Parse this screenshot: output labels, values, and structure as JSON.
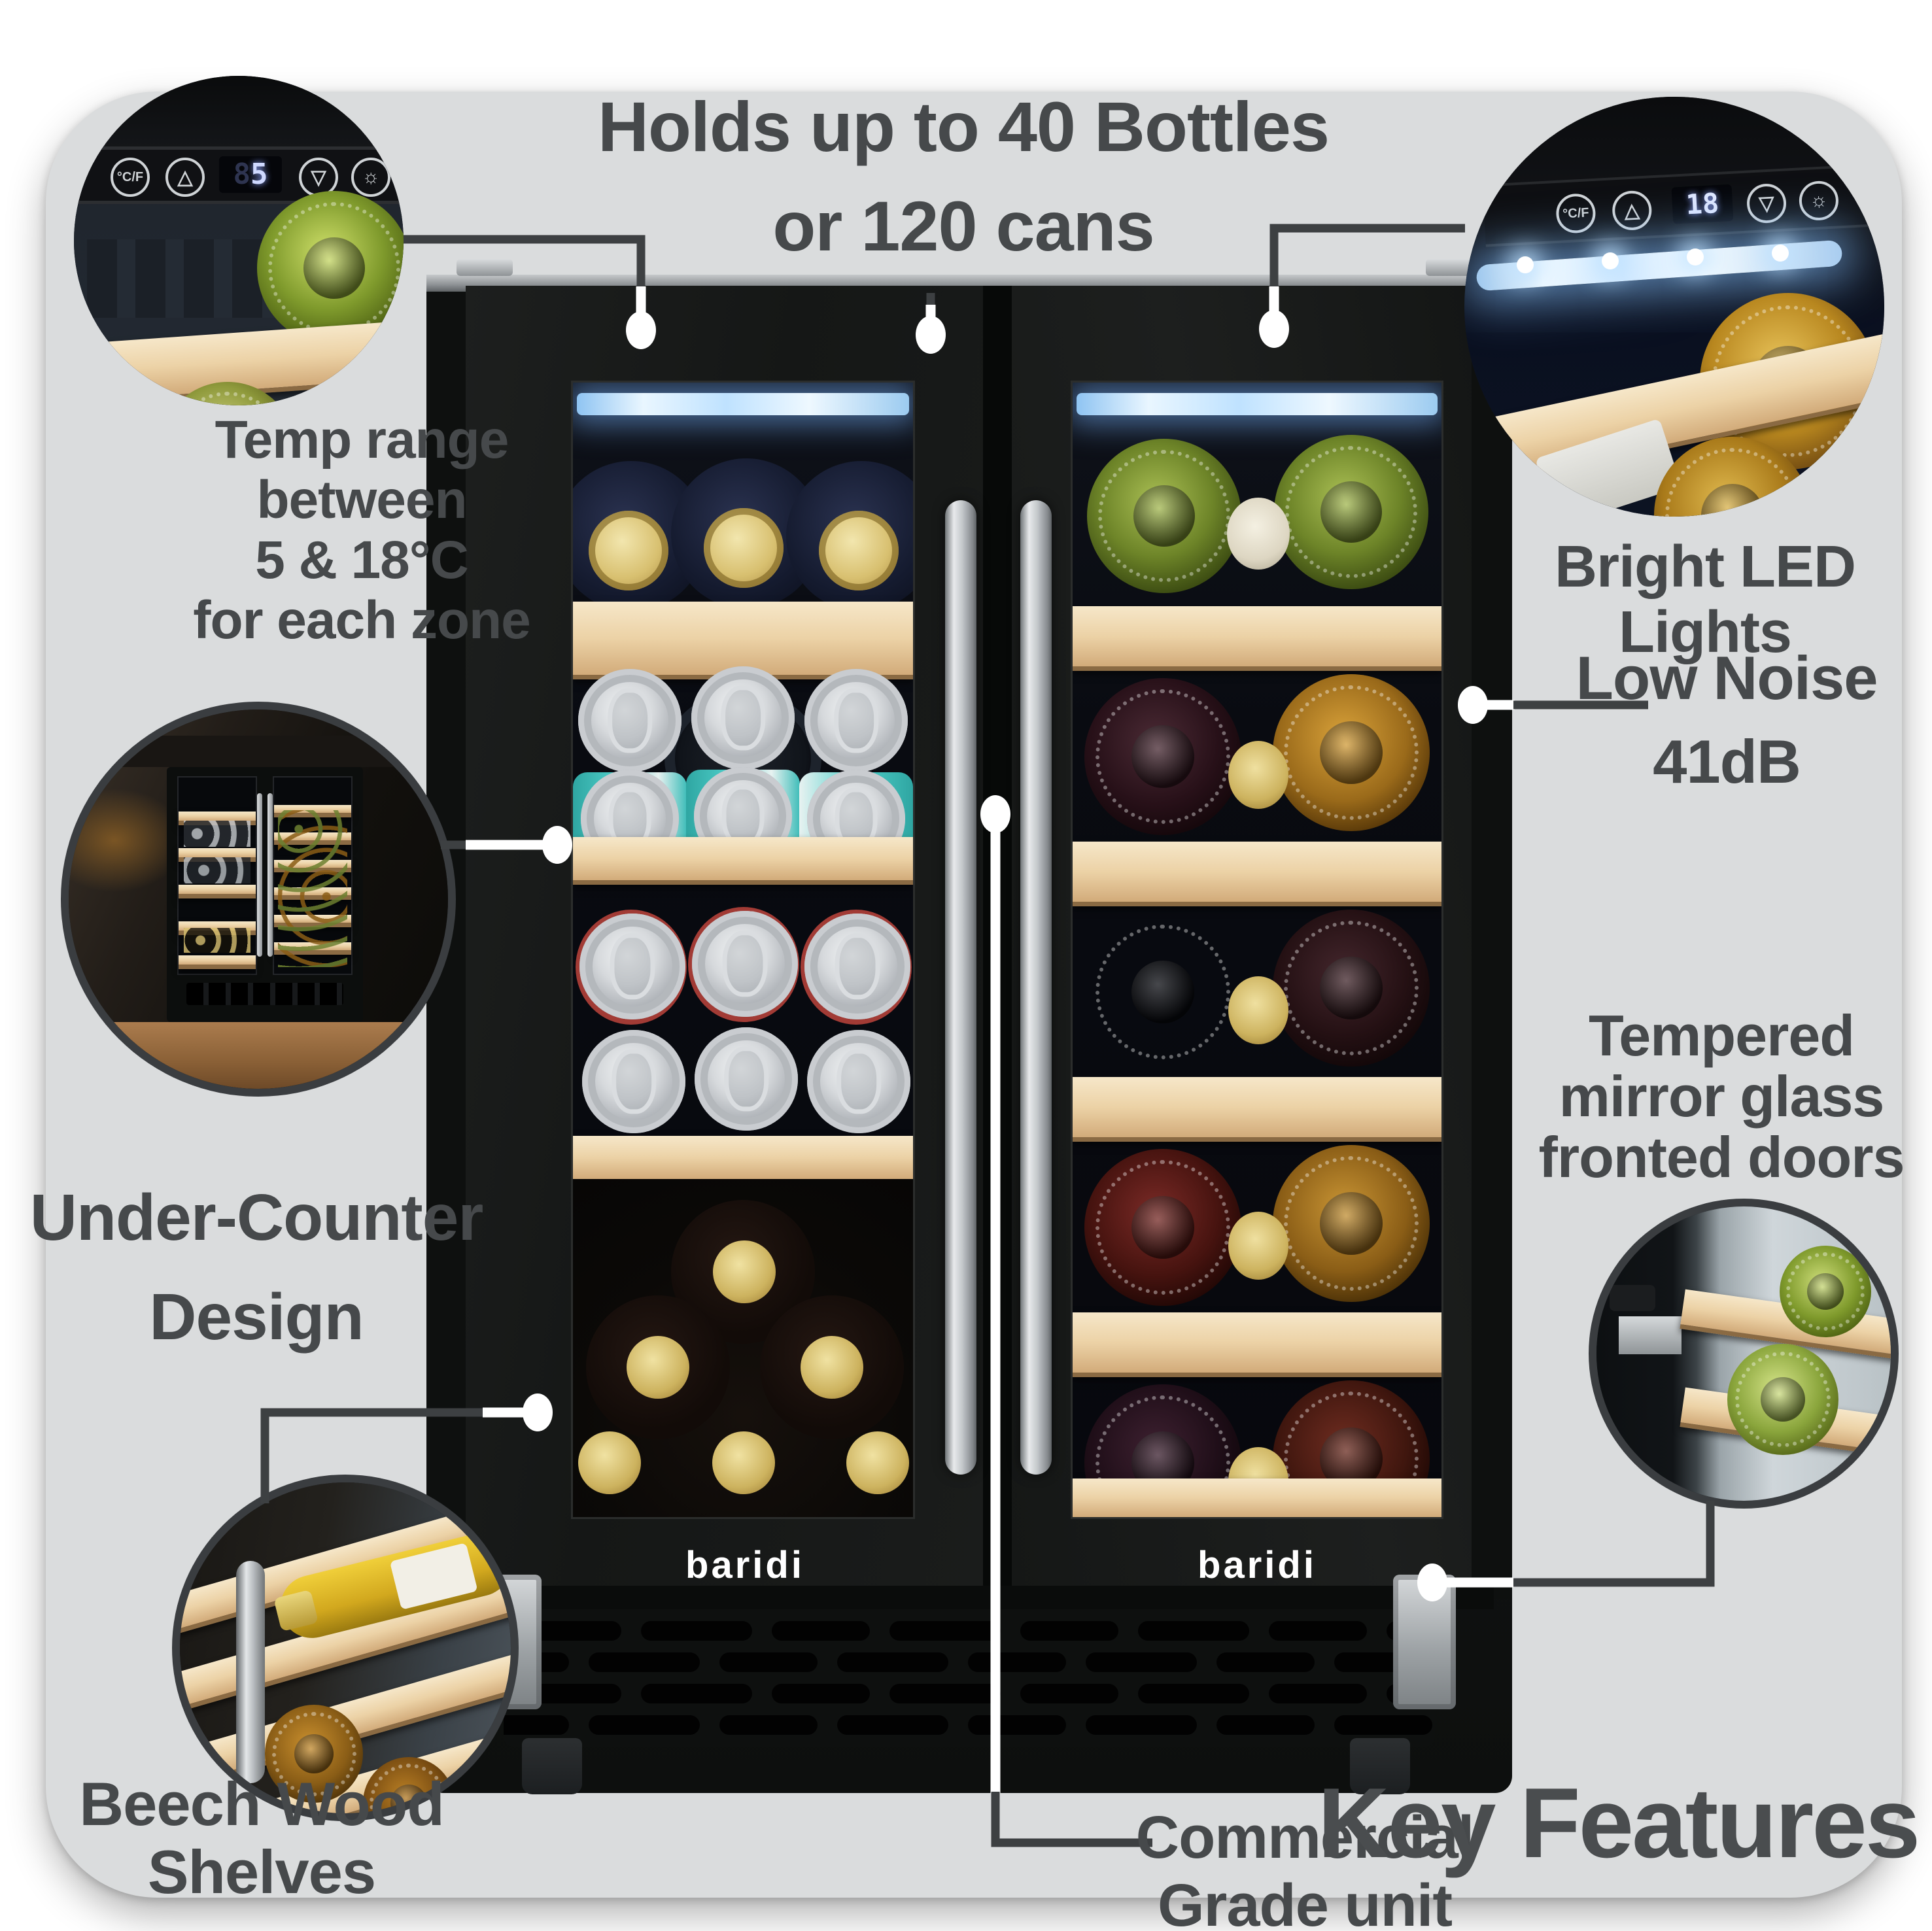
{
  "meta": {
    "type": "product-key-features-infographic",
    "product": "dual-zone drinks & wine cooler"
  },
  "brand": {
    "logo": "baridi"
  },
  "title": {
    "key_features": "Key Features"
  },
  "callouts": {
    "capacity": {
      "lines": [
        "Holds up to 40 Bottles",
        "or 120 cans"
      ]
    },
    "temp_range": {
      "lines": [
        "Temp range",
        "between",
        "5 & 18°C",
        "for each zone"
      ]
    },
    "led": {
      "lines": [
        "Bright LED",
        "Lights"
      ]
    },
    "low_noise": {
      "lines": [
        "Low Noise",
        "41dB"
      ]
    },
    "tempered": {
      "lines": [
        "Tempered",
        "mirror glass",
        "fronted doors"
      ]
    },
    "under_counter": {
      "lines": [
        "Under-Counter",
        "Design"
      ]
    },
    "beech": {
      "lines": [
        "Beech Wood",
        "Shelves"
      ]
    },
    "commercial": {
      "lines": [
        "Commercial",
        "Grade unit"
      ]
    }
  },
  "control_panel": {
    "unit_toggle": "°C/F",
    "up": "△",
    "down": "▽",
    "light": "☼",
    "display_ghost": "8",
    "display_value": "5",
    "display_value_right": "18"
  },
  "colors": {
    "card_bg": "#dadcdd",
    "text": "#46494b",
    "leader_dark": "#3d4042",
    "leader_light": "#ffffff",
    "fridge_black": "#161817",
    "beech_wood": "#ecd2a6",
    "steel": "#c3c7ca",
    "led_glow": "#bfe2ff",
    "teal_can": "#3fbdb9",
    "gold_cap": "#d8c070"
  }
}
